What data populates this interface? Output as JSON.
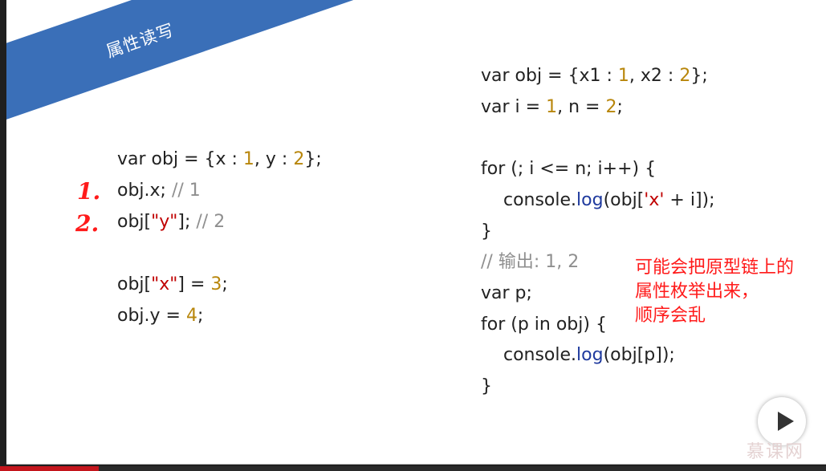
{
  "slide": {
    "title": "属性读写",
    "left_code": [
      [
        [
          "var obj = {x : ",
          "t"
        ],
        [
          "1",
          "num"
        ],
        [
          ", y : ",
          "t"
        ],
        [
          "2",
          "num"
        ],
        [
          "};",
          "t"
        ]
      ],
      [
        [
          "obj.x; ",
          "t"
        ],
        [
          "// 1",
          "cmt"
        ]
      ],
      [
        [
          "obj[",
          "t"
        ],
        [
          "\"y\"",
          "str"
        ],
        [
          "]; ",
          "t"
        ],
        [
          "// 2",
          "cmt"
        ]
      ],
      [],
      [
        [
          "obj[",
          "t"
        ],
        [
          "\"x\"",
          "str"
        ],
        [
          "] = ",
          "t"
        ],
        [
          "3",
          "num"
        ],
        [
          ";",
          "t"
        ]
      ],
      [
        [
          "obj.y = ",
          "t"
        ],
        [
          "4",
          "num"
        ],
        [
          ";",
          "t"
        ]
      ]
    ],
    "right_code": [
      [
        [
          "var obj = {x1 : ",
          "t"
        ],
        [
          "1",
          "num"
        ],
        [
          ", x2 : ",
          "t"
        ],
        [
          "2",
          "num"
        ],
        [
          "};",
          "t"
        ]
      ],
      [
        [
          "var i = ",
          "t"
        ],
        [
          "1",
          "num"
        ],
        [
          ", n = ",
          "t"
        ],
        [
          "2",
          "num"
        ],
        [
          ";",
          "t"
        ]
      ],
      [],
      [
        [
          "for (; i <= n; i++) {",
          "t"
        ]
      ],
      [
        [
          "    console.",
          "t"
        ],
        [
          "log",
          "fn"
        ],
        [
          "(obj[",
          "t"
        ],
        [
          "'x'",
          "str"
        ],
        [
          " + i]);",
          "t"
        ]
      ],
      [
        [
          "}",
          "t"
        ]
      ],
      [
        [
          "// 输出: 1, 2",
          "cmt"
        ]
      ],
      [
        [
          "var p;",
          "t"
        ]
      ],
      [
        [
          "for (p in obj) {",
          "t"
        ]
      ],
      [
        [
          "    console.",
          "t"
        ],
        [
          "log",
          "fn"
        ],
        [
          "(obj[p]);",
          "t"
        ]
      ],
      [
        [
          "}",
          "t"
        ]
      ]
    ],
    "markers": [
      "1.",
      "2."
    ],
    "note": [
      "可能会把原型链上的",
      "属性枚举出来，",
      "顺序会乱"
    ]
  },
  "player": {
    "play_icon": "play-icon",
    "watermark": "慕课网",
    "progress": 0.12
  },
  "colors": {
    "ribbon": "#3a6fb8",
    "number": "#b8860b",
    "string": "#c00000",
    "comment": "#8f8f8f",
    "function": "#1f3a9e",
    "annotation": "#ff1a1a"
  }
}
